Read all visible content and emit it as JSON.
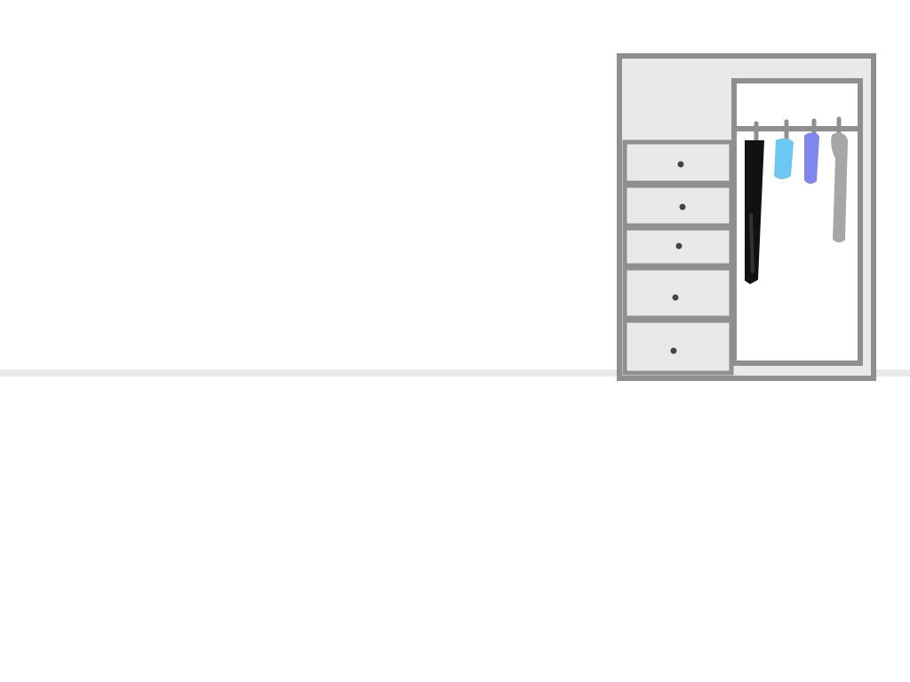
{
  "scene": {
    "object": "wardrobe",
    "drawer_count": 5,
    "hanger_count": 4,
    "colors": {
      "background": "#ffffff",
      "floor": "#eaeaea",
      "frame": "#8f8f8f",
      "panel": "#e9e9e9",
      "interior": "#ffffff",
      "knob": "#444444",
      "rod": "#8f8f8f",
      "hanger": "#8f8f8f"
    },
    "clothes": [
      {
        "name": "black-garment",
        "color": "#111111"
      },
      {
        "name": "light-blue-garment",
        "color": "#6cc8f2"
      },
      {
        "name": "purple-garment",
        "color": "#7f86ef"
      },
      {
        "name": "gray-garment",
        "color": "#a6a6a6"
      }
    ]
  }
}
